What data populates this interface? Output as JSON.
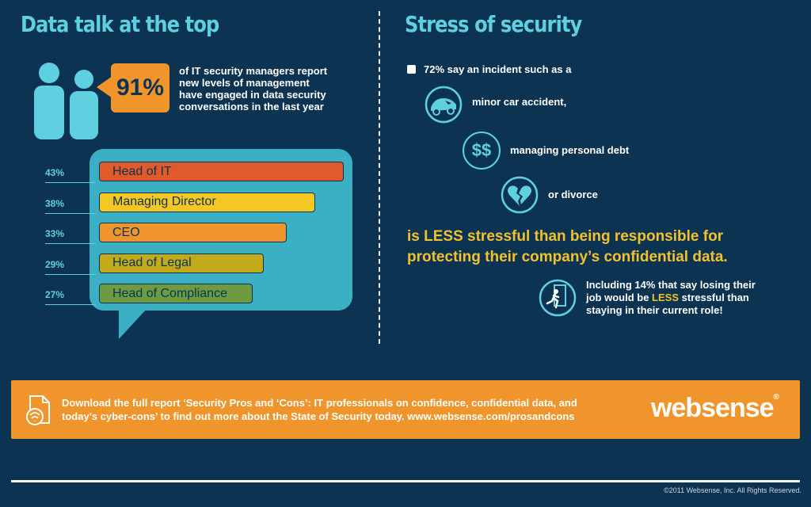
{
  "left_section": {
    "heading": "Data talk at the top",
    "badge": "91%",
    "stat_lines": [
      "of IT security managers report",
      "new levels of management",
      "have engaged in data security",
      "conversations in the last year"
    ]
  },
  "chart_data": {
    "type": "bar",
    "orientation": "horizontal",
    "categories": [
      "Head of IT",
      "Managing Director",
      "CEO",
      "Head of Legal",
      "Head of Compliance"
    ],
    "values": [
      43,
      38,
      33,
      29,
      27
    ],
    "labels": [
      "43%",
      "38%",
      "33%",
      "29%",
      "27%"
    ],
    "colors": [
      "#e05a2b",
      "#f5c722",
      "#f0952b",
      "#c2aa1b",
      "#6e9a41"
    ],
    "xlim": [
      0,
      43
    ]
  },
  "right_section": {
    "heading": "Stress of security",
    "intro": "72% say an incident such as a",
    "items": [
      {
        "text": "minor car accident,",
        "icon": "car-icon"
      },
      {
        "text": "managing personal debt",
        "icon": "dollar-icon",
        "symbol": "$$"
      },
      {
        "text": "or divorce",
        "icon": "broken-heart-icon"
      }
    ],
    "conclusion_lines": [
      "is LESS stressful than being responsible for",
      "protecting their company’s confidential data."
    ],
    "note": {
      "line1": "Including 14% that say losing their",
      "line2_a": "job would be ",
      "line2_b": "LESS",
      "line2_c": " stressful than",
      "line3": "staying in their current role!"
    }
  },
  "footer": {
    "line1": "Download the full report ‘Security Pros and ‘Cons’:  IT professionals on confidence, confidential data, and",
    "line2": "today’s cyber-cons’ to find out more about the State of Security today.",
    "url": "www.websense.com/prosandcons",
    "brand": "websense",
    "copyright": "©2011 Websense, Inc. All Rights Reserved."
  },
  "colors": {
    "background": "#0d3352",
    "accent": "#5fd0e0",
    "orange": "#f0952b",
    "yellow": "#f2c22e"
  }
}
